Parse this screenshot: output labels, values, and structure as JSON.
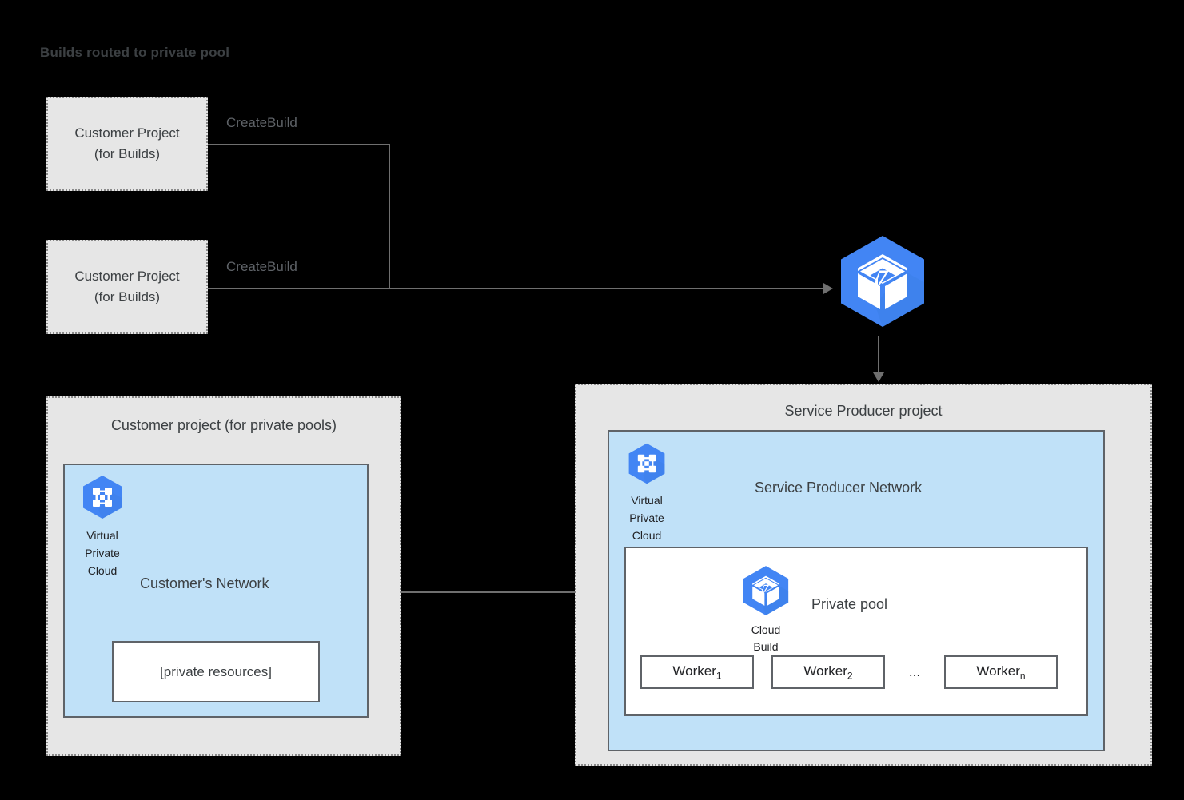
{
  "title": "Builds routed to private pool",
  "colors": {
    "accent_blue": "#4285f4",
    "panel_gray": "#e6e6e6",
    "vpc_blue": "#c0e1f8",
    "border_gray": "#5f6368",
    "text_dark": "#3c4043"
  },
  "builds_projects": [
    {
      "line1": "Customer Project",
      "line2": "(for Builds)",
      "edge_label": "CreateBuild"
    },
    {
      "line1": "Customer Project",
      "line2": "(for Builds)",
      "edge_label": "CreateBuild"
    }
  ],
  "cloud_build_service": {
    "icon": "cloud-build-icon"
  },
  "customer_project": {
    "title": "Customer project (for private pools)",
    "vpc_icon_label": "Virtual\nPrivate\nCloud",
    "vpc_icon_line1": "Virtual",
    "vpc_icon_line2": "Private",
    "vpc_icon_line3": "Cloud",
    "network_title": "Customer's Network",
    "private_resources": "[private resources]"
  },
  "producer_project": {
    "title": "Service Producer project",
    "vpc_icon_line1": "Virtual",
    "vpc_icon_line2": "Private",
    "vpc_icon_line3": "Cloud",
    "network_title": "Service Producer Network",
    "private_pool": {
      "title": "Private pool",
      "icon_line1": "Cloud",
      "icon_line2": "Build",
      "ellipsis": "...",
      "workers": [
        {
          "name": "Worker",
          "sub": "1"
        },
        {
          "name": "Worker",
          "sub": "2"
        },
        {
          "name": "Worker",
          "sub": "n"
        }
      ]
    }
  }
}
